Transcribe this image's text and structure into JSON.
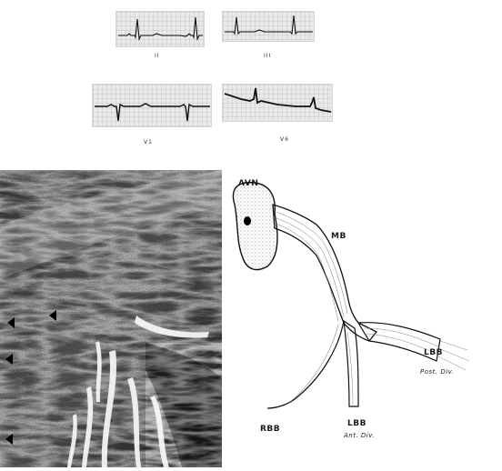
{
  "ecg_leads": [
    {
      "label": "II"
    },
    {
      "label": "III"
    },
    {
      "label": "V1"
    },
    {
      "label": "V6"
    }
  ],
  "diagram_labels": {
    "avn": "AVN",
    "mb": "MB",
    "lbb_post": "LBB",
    "lbb_post_div": "Post. Div.",
    "rbb": "RBB",
    "lbb_ant": "LBB",
    "lbb_ant_div": "Ant. Div."
  }
}
